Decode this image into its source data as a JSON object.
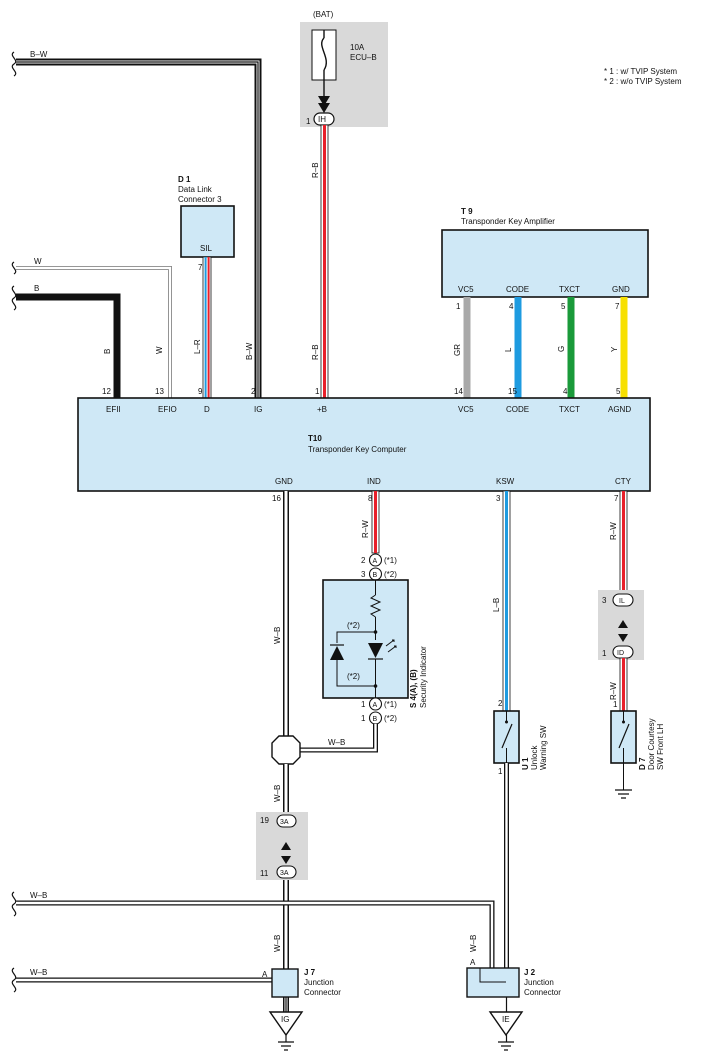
{
  "notes": {
    "n1": "* 1 : w/ TVIP System",
    "n2": "* 2 : w/o TVIP System"
  },
  "fuse": {
    "source": "(BAT)",
    "rating": "10A",
    "name": "ECU–B",
    "pin": "1",
    "conn": "IH"
  },
  "d1": {
    "code": "D 1",
    "name1": "Data Link",
    "name2": "Connector 3",
    "pin_label": "SIL",
    "pin": "7"
  },
  "t9": {
    "code": "T 9",
    "name": "Transponder Key Amplifier",
    "pins": [
      {
        "label": "VC5",
        "pin": "1",
        "wire": "GR",
        "color": "#a9a9a9"
      },
      {
        "label": "CODE",
        "pin": "4",
        "wire": "L",
        "color": "#1e9be0"
      },
      {
        "label": "TXCT",
        "pin": "5",
        "wire": "G",
        "color": "#1a9a3a"
      },
      {
        "label": "GND",
        "pin": "7",
        "wire": "Y",
        "color": "#f7e000"
      }
    ]
  },
  "t10": {
    "code": "T10",
    "name": "Transponder Key Computer",
    "top_pins": [
      {
        "label": "EFII",
        "pin": "12",
        "wire": "B"
      },
      {
        "label": "EFIO",
        "pin": "13",
        "wire": "W"
      },
      {
        "label": "D",
        "pin": "9",
        "wire": "L–R"
      },
      {
        "label": "IG",
        "pin": "2",
        "wire": "B–W"
      },
      {
        "label": "+B",
        "pin": "1",
        "wire": "R–B"
      },
      {
        "label": "VC5",
        "pin": "14"
      },
      {
        "label": "CODE",
        "pin": "15"
      },
      {
        "label": "TXCT",
        "pin": "4"
      },
      {
        "label": "AGND",
        "pin": "5"
      }
    ],
    "bottom_pins": [
      {
        "label": "GND",
        "pin": "16"
      },
      {
        "label": "IND",
        "pin": "8"
      },
      {
        "label": "KSW",
        "pin": "3"
      },
      {
        "label": "CTY",
        "pin": "7"
      }
    ]
  },
  "wires": {
    "bw_top": "B–W",
    "w": "W",
    "b": "B",
    "rb": "R–B",
    "rw": "R–W",
    "lb": "L–B",
    "wb": "W–B"
  },
  "s4": {
    "code": "S 4(A), (B)",
    "name": "Security Indicator",
    "conn_a": "A",
    "conn_b": "B",
    "top_pin_a": "2",
    "top_pin_b": "3",
    "bot_pin_a": "1",
    "bot_pin_b": "1",
    "note1": "(*1)",
    "note2": "(*2)",
    "inner_note": "(*2)"
  },
  "conn3a": {
    "label": "3A",
    "top_pin": "19",
    "bot_pin": "11"
  },
  "il_id": {
    "top": "IL",
    "bottom": "ID",
    "top_pin": "3",
    "bot_pin": "1"
  },
  "u1": {
    "code": "U 1",
    "name1": "Unlock",
    "name2": "Warning SW",
    "pin_top": "2",
    "pin_bot": "1"
  },
  "d7": {
    "code": "D 7",
    "name1": "Door Courtesy",
    "name2": "SW Front LH",
    "pin": "1"
  },
  "j7": {
    "code": "J 7",
    "name1": "Junction",
    "name2": "Connector",
    "pin_a": "A",
    "ground": "IG"
  },
  "j2": {
    "code": "J 2",
    "name1": "Junction",
    "name2": "Connector",
    "pin_a": "A",
    "ground": "IE"
  },
  "colors": {
    "box": "#cfe8f6",
    "red": "#e8202a",
    "blue": "#1e9be0",
    "green": "#1a9a3a",
    "yellow": "#f7e000",
    "grey": "#a9a9a9"
  }
}
